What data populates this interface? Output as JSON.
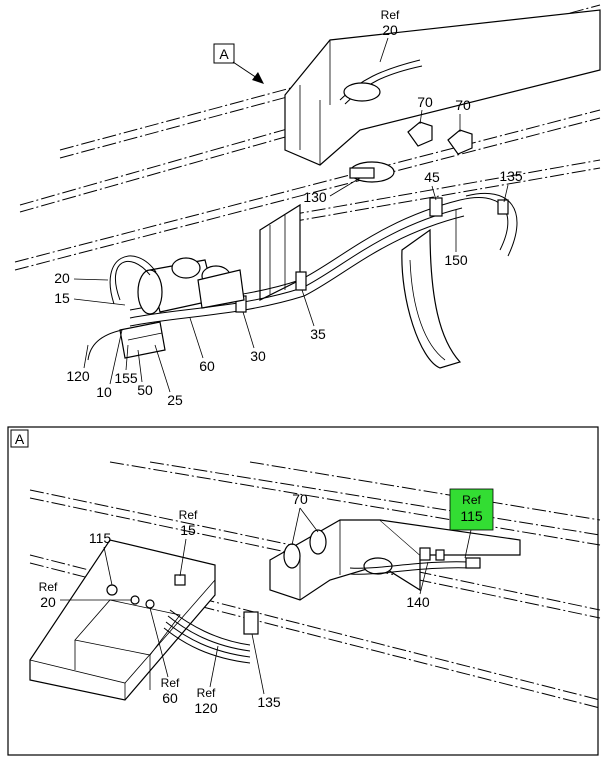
{
  "view_marker": "A",
  "detail_frame_label": "A",
  "top_callouts": {
    "ref20_ref": "Ref",
    "ref20_num": "20",
    "c70a": "70",
    "c70b": "70",
    "c130": "130",
    "c45": "45",
    "c135": "135",
    "c150": "150",
    "c20": "20",
    "c15": "15",
    "c35": "35",
    "c30": "30",
    "c60": "60",
    "c120": "120",
    "c10": "10",
    "c155": "155",
    "c50": "50",
    "c25": "25"
  },
  "detail_callouts": {
    "c70": "70",
    "ref15_ref": "Ref",
    "ref15_num": "15",
    "c115": "115",
    "ref20_ref": "Ref",
    "ref20_num": "20",
    "ref60_ref": "Ref",
    "ref60_num": "60",
    "ref120_ref": "Ref",
    "ref120_num": "120",
    "c135": "135",
    "c140": "140",
    "ref115_ref": "Ref",
    "ref115_num": "115"
  },
  "highlight_color": "#33dd33"
}
